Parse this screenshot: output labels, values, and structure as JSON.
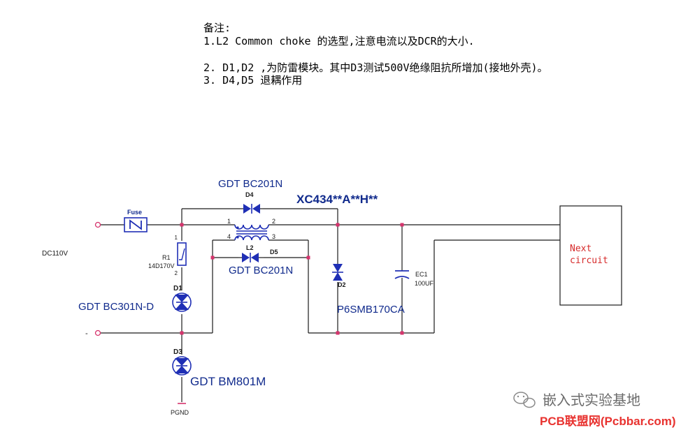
{
  "notes": {
    "heading": "备注:",
    "line1": "1.L2 Common choke 的选型,注意电流以及DCR的大小.",
    "line2": "2. D1,D2 ,为防雷模块。其中D3测试500V绝缘阻抗所增加(接地外壳)。",
    "line3": "3. D4,D5 退耦作用"
  },
  "labels": {
    "fuse": "Fuse",
    "dc_input": "DC110V",
    "minus_terminal": "-",
    "r1_ref": "R1",
    "r1_value": "14D170V",
    "r1_pin1": "1",
    "r1_pin2": "2",
    "d1_ref": "D1",
    "d1_part": "GDT BC301N-D",
    "d3_ref": "D3",
    "d3_part": "GDT BM801M",
    "pgnd": "PGND",
    "d4_ref": "D4",
    "d4_part": "GDT BC201N",
    "choke_ref": "L2",
    "choke_part": "XC434**A**H**",
    "choke_pin1": "1",
    "choke_pin2": "2",
    "choke_pin3": "3",
    "choke_pin4": "4",
    "d5_ref": "D5",
    "d5_part": "GDT BC201N",
    "d2_ref": "D2",
    "d2_part": "P6SMB170CA",
    "ec1_ref": "EC1",
    "ec1_value": "100UF",
    "next_circuit_line1": "Next",
    "next_circuit_line2": "circuit"
  },
  "footer": {
    "brand": "嵌入式实验基地",
    "watermark": "PCB联盟网(Pcbbar.com)"
  },
  "colors": {
    "wire": "#1a1a1a",
    "component": "#1f2fb5",
    "label": "#102a8c",
    "junction": "#d6336c",
    "note_text": "#d62a2a",
    "watermark": "#e8322f"
  }
}
